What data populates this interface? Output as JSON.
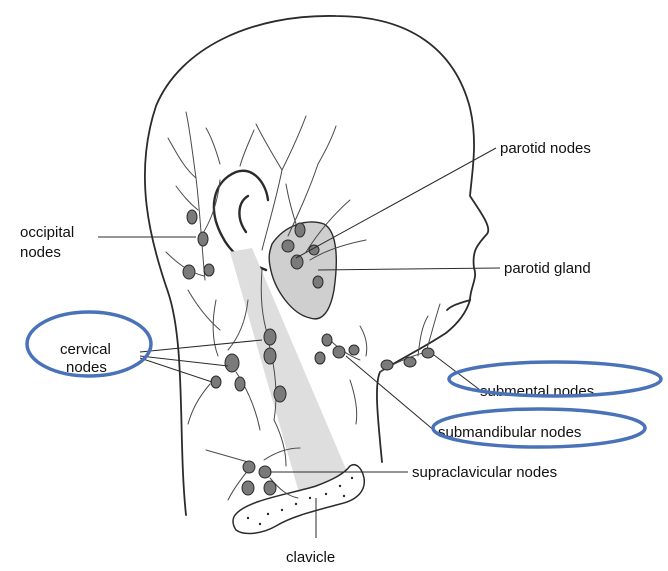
{
  "labels": {
    "parotid_nodes": "parotid nodes",
    "occipital_nodes_line1": "occipital",
    "occipital_nodes_line2": "nodes",
    "parotid_gland": "parotid gland",
    "cervical_nodes_line1": "cervical",
    "cervical_nodes_line2": "nodes",
    "submental_nodes": "submental nodes",
    "submandibular_nodes": "submandibular nodes",
    "supraclavicular_nodes": "supraclavicular nodes",
    "clavicle": "clavicle"
  },
  "highlights": [
    "cervical nodes",
    "submental nodes",
    "submandibular nodes"
  ],
  "colors": {
    "outline": "#2b2b2b",
    "node_fill": "#7a7a7a",
    "gland_fill": "#cfcfcf",
    "muscle_fill": "#dedede",
    "highlight_ring": "#4a72b8"
  }
}
